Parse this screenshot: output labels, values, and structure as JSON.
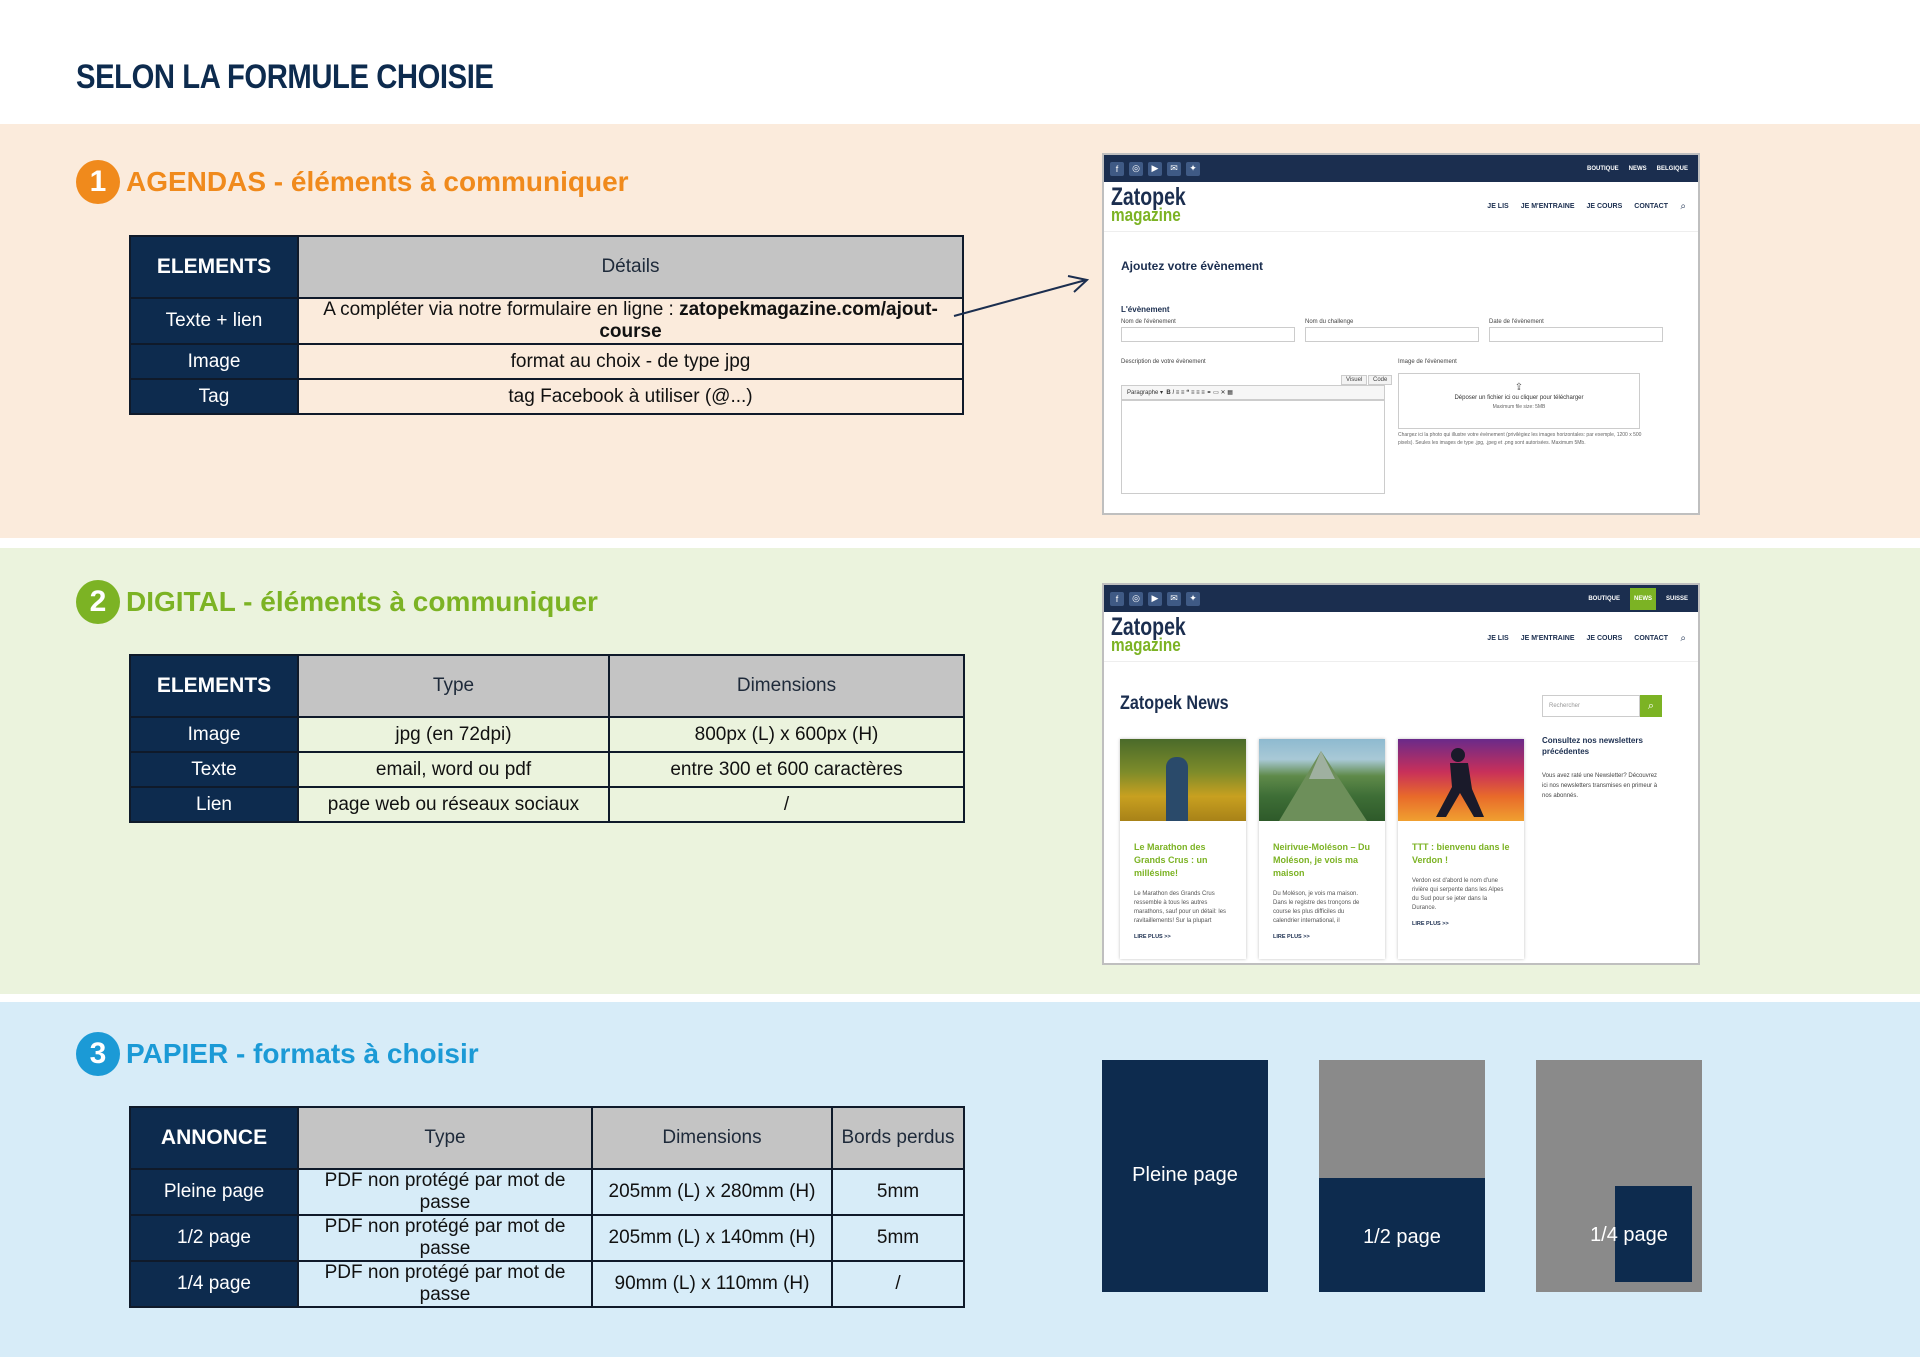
{
  "page_title": "SELON LA FORMULE CHOISIE",
  "section1": {
    "number": "1",
    "title": "AGENDAS - éléments à communiquer",
    "color": "#f08a1c",
    "table": {
      "headers": [
        "ELEMENTS",
        "Détails"
      ],
      "rows": [
        {
          "label": "Texte + lien",
          "detail_prefix": "A compléter via notre formulaire en ligne : ",
          "detail_link": "zatopekmagazine.com/ajout-course"
        },
        {
          "label": "Image",
          "detail": "format au choix - de type jpg"
        },
        {
          "label": "Tag",
          "detail": "tag Facebook à utiliser (@...)"
        }
      ]
    },
    "screenshot": {
      "top_links": [
        "BOUTIQUE",
        "NEWS",
        "BELGIQUE"
      ],
      "logo_top": "Zatopek",
      "logo_bottom": "magazine",
      "nav": [
        "JE LIS",
        "JE M'ENTRAINE",
        "JE COURS",
        "CONTACT"
      ],
      "form_title": "Ajoutez votre évènement",
      "subhead": "L'évènement",
      "field_labels": [
        "Nom de l'évènement",
        "Nom du challenge",
        "Date de l'évènement"
      ],
      "desc_label": "Description de votre évènement",
      "image_label": "Image de l'évènement",
      "editor_tabs": [
        "Visuel",
        "Code"
      ],
      "editor_select": "Paragraphe",
      "upload_text": "Déposer un fichier ici ou cliquer pour télécharger",
      "upload_max": "Maximum file size: 5MB",
      "upload_help": "Chargez ici la photo qui illustre votre évènement (privilégiez les images horizontales: par exemple, 1200 x 500 pixels). Seules les images de type .jpg, .jpeg et .png sont autorisées. Maximum 5Mb."
    }
  },
  "section2": {
    "number": "2",
    "title": "DIGITAL - éléments à communiquer",
    "color": "#7cb324",
    "table": {
      "headers": [
        "ELEMENTS",
        "Type",
        "Dimensions"
      ],
      "rows": [
        {
          "label": "Image",
          "type": "jpg (en 72dpi)",
          "dim": "800px (L) x 600px (H)"
        },
        {
          "label": "Texte",
          "type": "email, word ou pdf",
          "dim": "entre 300 et 600 caractères"
        },
        {
          "label": "Lien",
          "type": "page web ou réseaux sociaux",
          "dim": "/"
        }
      ]
    },
    "screenshot": {
      "top_links": [
        "BOUTIQUE",
        "NEWS",
        "SUISSE"
      ],
      "logo_top": "Zatopek",
      "logo_bottom": "magazine",
      "nav": [
        "JE LIS",
        "JE M'ENTRAINE",
        "JE COURS",
        "CONTACT"
      ],
      "heading": "Zatopek News",
      "search_placeholder": "Rechercher",
      "sidebar_title": "Consultez nos newsletters précédentes",
      "sidebar_text": "Vous avez raté une Newsletter? Découvrez ici nos newsletters transmises en primeur à nos abonnés.",
      "read_more": "LIRE PLUS >>",
      "cards": [
        {
          "title": "Le Marathon des Grands Crus : un millésime!",
          "text": "Le Marathon des Grands Crus ressemble à tous les autres marathons, sauf pour un détail: les ravitaillements! Sur la plupart"
        },
        {
          "title": "Neirivue-Moléson – Du Moléson, je vois ma maison",
          "text": "Du Moléson, je vois ma maison. Dans le registre des tronçons de course les plus difficiles du calendrier international, il"
        },
        {
          "title": "TTT : bienvenu dans le Verdon !",
          "text": "Verdon est d'abord le nom d'une rivière qui serpente dans les Alpes du Sud pour se jeter dans la Durance."
        }
      ]
    }
  },
  "section3": {
    "number": "3",
    "title": "PAPIER - formats à choisir",
    "color": "#1b9ad6",
    "table": {
      "headers": [
        "ANNONCE",
        "Type",
        "Dimensions",
        "Bords perdus"
      ],
      "rows": [
        {
          "label": "Pleine page",
          "type": "PDF non protégé par mot de passe",
          "dim": "205mm (L) x 280mm (H)",
          "bleed": "5mm"
        },
        {
          "label": "1/2 page",
          "type": "PDF non protégé par mot de passe",
          "dim": "205mm (L) x 140mm (H)",
          "bleed": "5mm"
        },
        {
          "label": "1/4 page",
          "type": "PDF non protégé par mot de passe",
          "dim": "90mm (L) x 110mm (H)",
          "bleed": "/"
        }
      ]
    },
    "formats": [
      "Pleine page",
      "1/2 page",
      "1/4 page"
    ]
  },
  "colors": {
    "navy": "#0d2b4e",
    "orange": "#f08a1c",
    "green": "#7cb324",
    "blue": "#1b9ad6",
    "gray": "#8a8a8a"
  }
}
